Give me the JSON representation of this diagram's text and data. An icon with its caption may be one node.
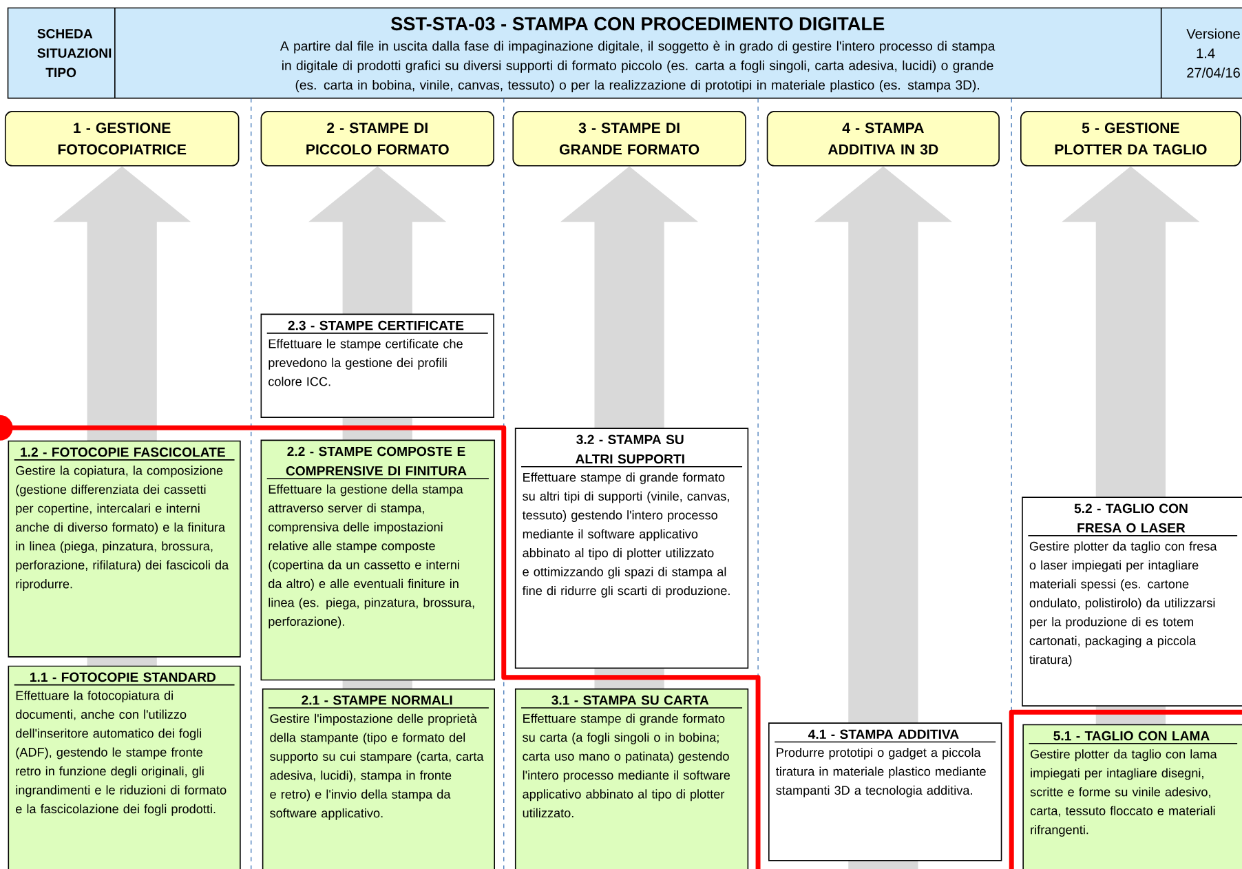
{
  "diagram": {
    "title": "SST-STA-03  -  STAMPA CON PROCEDIMENTO DIGITALE",
    "nodes": [
      {
        "text": [
          "1 - GESTIONE FOTOCOPIATRICE"
        ]
      },
      {
        "text": [
          "2 - STAMPE DI PICCOLO FORMATO"
        ]
      },
      {
        "text": [
          "3 - STAMPE DI GRANDE FORMATO"
        ]
      },
      {
        "text": [
          "4 - STAMPA ADDITIVA IN 3D"
        ]
      },
      {
        "text": [
          "5 - GESTIONE PLOTTER DA TAGLIO"
        ]
      },
      {
        "text": [
          "1.2 - FOTOCOPIE FASCICOLATE",
          "Gestire la copiatura, la composizione (gestione differenziata dei cassetti per copertine, intercalari e interni anche di diverso formato) e la finitura in linea (piega, pinzatura, brossura, perforazione, rifilatura) dei fascicoli da riprodurre."
        ]
      },
      {
        "text": [
          "1.1 - FOTOCOPIE STANDARD",
          "Effettuare la fotocopiatura di documenti, anche con l'utilizzo dell'inseritore automatico dei fogli (ADF), gestendo le stampe fronte retro in funzione degli originali, gli ingrandimenti e le riduzioni di formato e la fascicolazione dei fogli prodotti."
        ]
      },
      {
        "text": [
          "2.3 - STAMPE CERTIFICATE",
          "Effettuare le stampe certificate che prevedono la gestione dei profili colore ICC."
        ]
      },
      {
        "text": [
          "2.2 - STAMPE COMPOSTE E COMPRENSIVE DI FINITURA",
          "Effettuare la gestione della stampa attraverso server di stampa, comprensiva delle impostazioni relative alle stampe composte (copertina da un cassetto e interni da altro) e alle eventuali finiture in linea (es. piega, pinzatura, brossura, perforazione)."
        ]
      },
      {
        "text": [
          "2.1 - STAMPE NORMALI",
          "Gestire l'impostazione delle proprietà della stampante (tipo e formato del supporto su cui stampare (carta, carta adesiva, lucidi), stampa in fronte e retro) e l'invio della stampa da software applicativo."
        ]
      },
      {
        "text": [
          "3.2 - STAMPA SU ALTRI SUPPORTI",
          "Effettuare stampe di grande formato su altri tipi di supporti (vinile, canvas, tessuto) gestendo l'intero processo mediante il software applicativo abbinato al tipo di plotter utilizzato e ottimizzando gli spazi di stampa al fine di ridurre gli scarti di produzione."
        ]
      },
      {
        "text": [
          "3.1 - STAMPA SU CARTA",
          "Effettuare stampe di grande formato su carta (a fogli singoli o in bobina; carta uso mano o patinata) gestendo l'intero processo mediante il software applicativo abbinato al tipo di plotter utilizzato."
        ]
      },
      {
        "text": [
          "4.1 - STAMPA ADDITIVA",
          "Produrre prototipi o gadget a piccola tiratura in materiale plastico mediante stampanti 3D a tecnologia additiva."
        ]
      },
      {
        "text": [
          "5.2 - TAGLIO CON FRESA O LASER",
          "Gestire plotter da taglio con fresa o laser impiegati per intagliare materiali spessi (es. cartone ondulato, polistirolo) da utilizzarsi per la produzione di es totem cartonati, packaging a piccola tiratura)"
        ]
      },
      {
        "text": [
          "5.1 - TAGLIO CON LAMA",
          "Gestire plotter da taglio con lama impiegati per intagliare disegni, scritte e forme su vinile adesivo, carta, tessuto floccato e materiali rifrangenti."
        ]
      }
    ],
    "labels": [
      "SCHEDA SITUAZIONI TIPO",
      "A partire dal file in uscita dalla fase di impaginazione digitale, il soggetto è in grado di gestire l'intero processo di stampa in digitale di prodotti grafici su diversi supporti di formato piccolo (es. carta a fogli singoli, carta adesiva, lucidi) o grande (es. carta in bobina, vinile, canvas, tessuto) o per la realizzazione di prototipi in materiale plastico (es. stampa 3D).",
      "Versione 1.4 27/04/16"
    ]
  }
}
